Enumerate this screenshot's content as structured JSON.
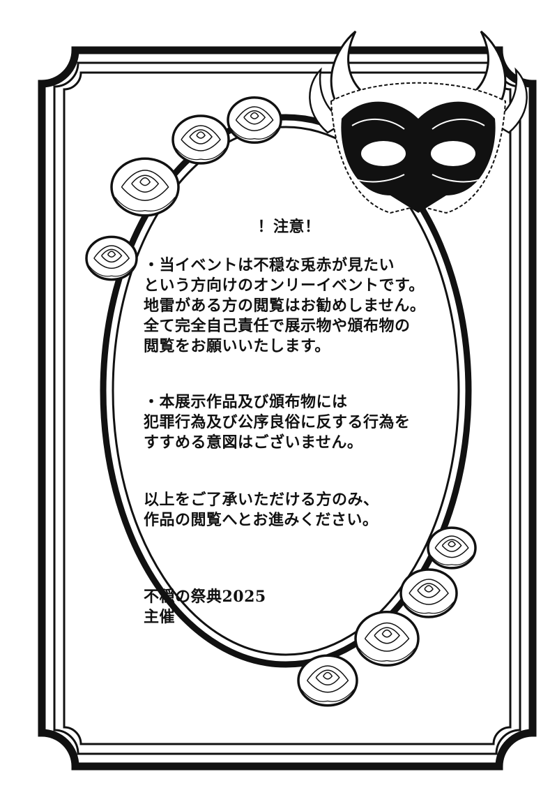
{
  "notice": {
    "title": "！注意！",
    "paragraph1": [
      "・当イベントは不穏な兎赤が見たい",
      "という方向けのオンリーイベントです。",
      "地雷がある方の閲覧はお勧めしません。",
      "全て完全自己責任で展示物や頒布物の",
      "閲覧をお願いいたします。"
    ],
    "paragraph2": [
      "・本展示作品及び頒布物には",
      "犯罪行為及び公序良俗に反する行為を",
      "すすめる意図はございません。"
    ],
    "paragraph3": [
      "以上をご了承いただける方のみ、",
      "作品の閲覧へとお進みください。"
    ],
    "organizer": [
      "不穏の祭典2025",
      "主催"
    ]
  },
  "colors": {
    "ink": "#111111",
    "paper": "#ffffff"
  }
}
